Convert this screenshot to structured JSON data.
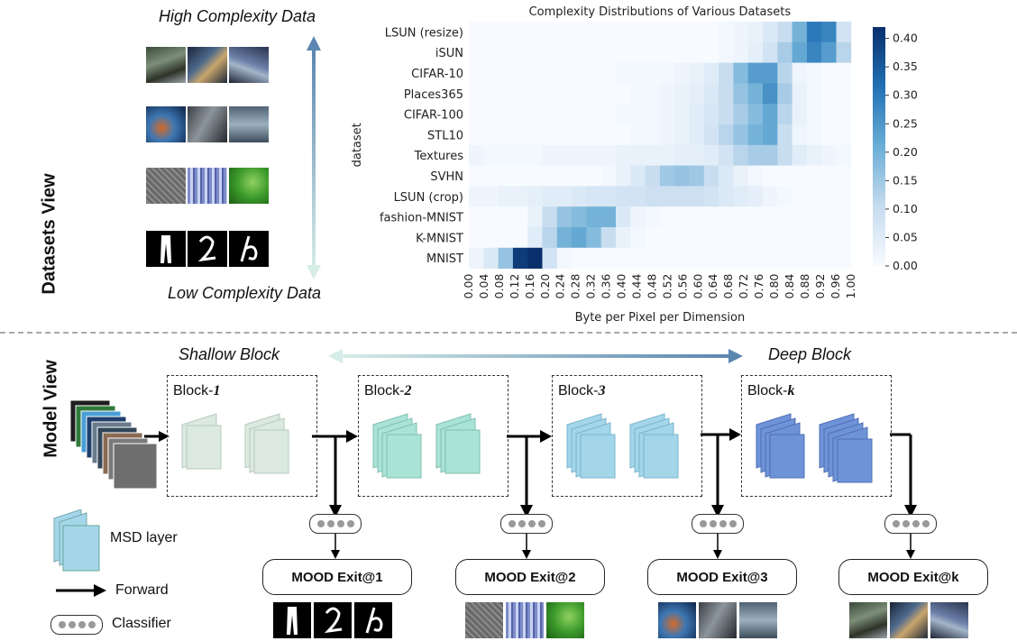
{
  "datasets_view": {
    "title": "Datasets View",
    "high_label": "High Complexity Data",
    "low_label": "Low Complexity Data"
  },
  "model_view": {
    "title": "Model View",
    "shallow_label": "Shallow Block",
    "deep_label": "Deep Block",
    "blocks": [
      {
        "prefix": "Block-",
        "index": "1"
      },
      {
        "prefix": "Block-",
        "index": "2"
      },
      {
        "prefix": "Block-",
        "index": "3"
      },
      {
        "prefix": "Block-",
        "index": "k"
      }
    ],
    "exits": [
      "MOOD Exit@1",
      "MOOD Exit@2",
      "MOOD Exit@3",
      "MOOD Exit@k"
    ],
    "legend": {
      "msd_layer": "MSD layer",
      "forward": "Forward",
      "classifier": "Classifier"
    },
    "colors": {
      "block1": "#dbe9e0",
      "block2": "#a8e3d6",
      "block3": "#a4d6ea",
      "blockk": "#6f93d8",
      "arrow_top": "#5b86b0",
      "arrow_bottom": "#cde6e2"
    }
  },
  "chart_data": {
    "type": "heatmap",
    "title": "Complexity Distributions of Various Datasets",
    "xlabel": "Byte per Pixel per Dimension",
    "ylabel": "dataset",
    "x_ticks": [
      "0.00",
      "0.04",
      "0.08",
      "0.12",
      "0.16",
      "0.20",
      "0.24",
      "0.28",
      "0.32",
      "0.36",
      "0.40",
      "0.44",
      "0.48",
      "0.52",
      "0.56",
      "0.60",
      "0.64",
      "0.68",
      "0.72",
      "0.76",
      "0.80",
      "0.84",
      "0.88",
      "0.92",
      "0.96",
      "1.00"
    ],
    "y_ticks": [
      "LSUN (resize)",
      "iSUN",
      "CIFAR-10",
      "Places365",
      "CIFAR-100",
      "STL10",
      "Textures",
      "SVHN",
      "LSUN (crop)",
      "fashion-MNIST",
      "K-MNIST",
      "MNIST"
    ],
    "colorbar_ticks": [
      "0.40",
      "0.35",
      "0.30",
      "0.25",
      "0.20",
      "0.15",
      "0.10",
      "0.05",
      "0.00"
    ],
    "vmin": 0,
    "vmax": 0.42,
    "colormap": [
      "#f7fbff",
      "#c6dbef",
      "#6baed6",
      "#2171b5",
      "#08306b"
    ],
    "values": [
      [
        0,
        0,
        0,
        0,
        0,
        0,
        0,
        0,
        0,
        0,
        0,
        0,
        0,
        0,
        0,
        0,
        0,
        0.01,
        0.02,
        0.03,
        0.06,
        0.1,
        0.2,
        0.3,
        0.28,
        0.08
      ],
      [
        0,
        0,
        0,
        0,
        0,
        0,
        0,
        0,
        0,
        0,
        0,
        0,
        0,
        0,
        0,
        0,
        0,
        0.01,
        0.02,
        0.04,
        0.08,
        0.14,
        0.22,
        0.28,
        0.24,
        0.12
      ],
      [
        0,
        0,
        0,
        0,
        0,
        0,
        0,
        0,
        0,
        0,
        0.01,
        0.01,
        0.01,
        0.01,
        0.02,
        0.03,
        0.05,
        0.1,
        0.18,
        0.24,
        0.24,
        0.12,
        0.02,
        0.01,
        0,
        0
      ],
      [
        0,
        0,
        0,
        0,
        0,
        0,
        0,
        0,
        0,
        0,
        0,
        0.01,
        0.01,
        0.02,
        0.03,
        0.04,
        0.06,
        0.1,
        0.16,
        0.2,
        0.26,
        0.14,
        0.03,
        0.01,
        0,
        0
      ],
      [
        0,
        0,
        0,
        0,
        0,
        0,
        0,
        0,
        0,
        0,
        0.01,
        0.01,
        0.01,
        0.02,
        0.03,
        0.05,
        0.07,
        0.1,
        0.14,
        0.18,
        0.22,
        0.12,
        0.03,
        0.01,
        0,
        0
      ],
      [
        0,
        0,
        0,
        0,
        0,
        0,
        0,
        0,
        0,
        0,
        0,
        0.01,
        0.01,
        0.02,
        0.03,
        0.05,
        0.08,
        0.12,
        0.16,
        0.2,
        0.22,
        0.1,
        0.02,
        0.01,
        0,
        0
      ],
      [
        0.02,
        0.01,
        0.01,
        0.01,
        0.01,
        0.02,
        0.02,
        0.02,
        0.02,
        0.02,
        0.03,
        0.03,
        0.03,
        0.03,
        0.04,
        0.04,
        0.05,
        0.08,
        0.12,
        0.14,
        0.14,
        0.1,
        0.05,
        0.03,
        0.02,
        0.01
      ],
      [
        0,
        0,
        0,
        0,
        0,
        0,
        0,
        0,
        0,
        0.01,
        0.03,
        0.06,
        0.1,
        0.15,
        0.16,
        0.15,
        0.1,
        0.06,
        0.03,
        0.01,
        0,
        0,
        0,
        0,
        0,
        0
      ],
      [
        0.02,
        0.02,
        0.03,
        0.03,
        0.04,
        0.05,
        0.05,
        0.06,
        0.07,
        0.07,
        0.08,
        0.08,
        0.09,
        0.09,
        0.09,
        0.09,
        0.08,
        0.06,
        0.05,
        0.04,
        0.02,
        0.01,
        0,
        0,
        0,
        0
      ],
      [
        0,
        0,
        0,
        0,
        0.03,
        0.1,
        0.16,
        0.18,
        0.2,
        0.2,
        0.06,
        0.02,
        0.01,
        0,
        0,
        0,
        0,
        0,
        0,
        0,
        0,
        0,
        0,
        0,
        0,
        0
      ],
      [
        0,
        0,
        0,
        0,
        0.05,
        0.12,
        0.2,
        0.22,
        0.18,
        0.1,
        0.03,
        0.01,
        0,
        0,
        0,
        0,
        0,
        0,
        0,
        0,
        0,
        0,
        0,
        0,
        0,
        0
      ],
      [
        0.02,
        0.06,
        0.16,
        0.4,
        0.42,
        0.08,
        0.01,
        0,
        0,
        0,
        0,
        0,
        0,
        0,
        0,
        0,
        0,
        0,
        0,
        0,
        0,
        0,
        0,
        0,
        0,
        0
      ]
    ]
  }
}
